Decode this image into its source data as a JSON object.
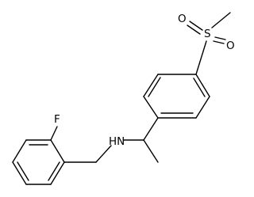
{
  "molecule": {
    "atom_labels": {
      "fluorine": "F",
      "amine": "HN",
      "sulfur": "S",
      "oxygen_top": "O",
      "oxygen_bottom": "O"
    },
    "colors": {
      "bonds": "#000000",
      "labels": "#000000",
      "background": "#ffffff"
    }
  }
}
